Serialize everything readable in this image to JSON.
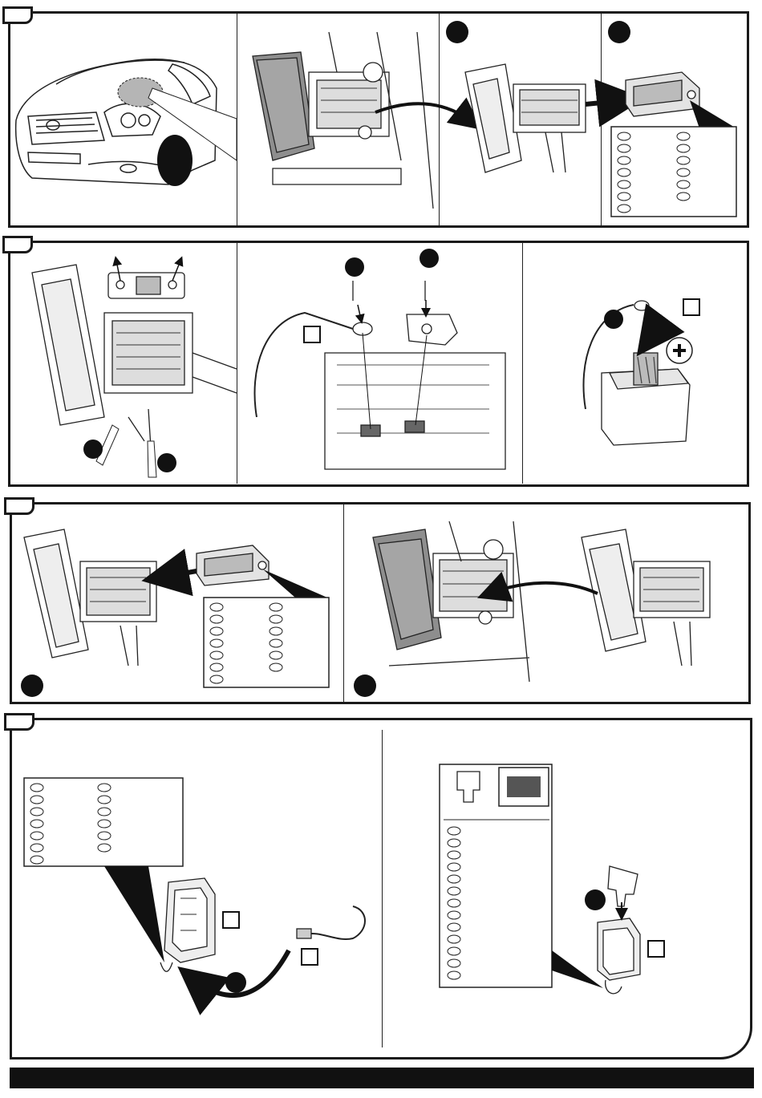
{
  "document": {
    "type": "installation-instruction-sheet",
    "steps": [
      {
        "id": 1,
        "subpanels": [
          "vehicle-front-location",
          "fuse-box-open",
          "fuse-box-removed",
          "connector-pin-table"
        ]
      },
      {
        "id": 2,
        "subpanels": [
          "fuse-box-screws",
          "ground-cable-nut",
          "battery-positive-terminal"
        ]
      },
      {
        "id": 3,
        "subpanels": [
          "connector-insert-pin-table",
          "fuse-box-reinstall"
        ]
      },
      {
        "id": 4,
        "subpanels": [
          "wiring-connector-pin-table",
          "fuse-and-relay-list"
        ]
      }
    ]
  },
  "icons": {
    "battery-plus": "plus-sign",
    "step-marker": "filled-circle",
    "callout-box": "empty-square",
    "pin-entry": "oval"
  },
  "colors": {
    "ink": "#111111",
    "panel_fill": "#ffffff",
    "shade_gray": "#9a9a9a",
    "light_gray": "#d6d6d6"
  }
}
